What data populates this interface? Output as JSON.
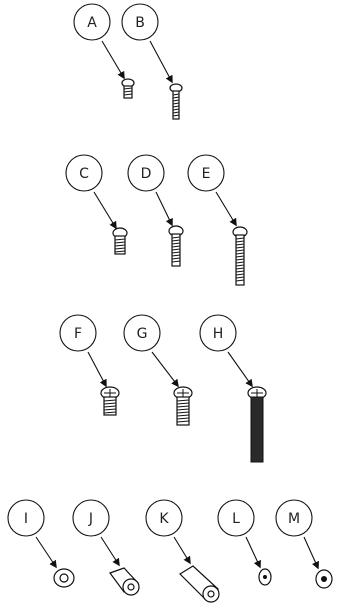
{
  "diagram": {
    "parts": [
      {
        "id": "A",
        "kind": "screw",
        "size": "xs"
      },
      {
        "id": "B",
        "kind": "screw",
        "size": "s-long"
      },
      {
        "id": "C",
        "kind": "screw",
        "size": "m-short"
      },
      {
        "id": "D",
        "kind": "screw",
        "size": "m"
      },
      {
        "id": "E",
        "kind": "screw",
        "size": "m-long"
      },
      {
        "id": "F",
        "kind": "phillips-screw",
        "size": "l-short"
      },
      {
        "id": "G",
        "kind": "phillips-screw",
        "size": "l"
      },
      {
        "id": "H",
        "kind": "phillips-screw",
        "size": "l-long"
      },
      {
        "id": "I",
        "kind": "washer-thick",
        "size": "m"
      },
      {
        "id": "J",
        "kind": "spacer",
        "size": "short"
      },
      {
        "id": "K",
        "kind": "spacer",
        "size": "long"
      },
      {
        "id": "L",
        "kind": "washer-flat",
        "size": "s"
      },
      {
        "id": "M",
        "kind": "washer-flat",
        "size": "m"
      }
    ]
  }
}
